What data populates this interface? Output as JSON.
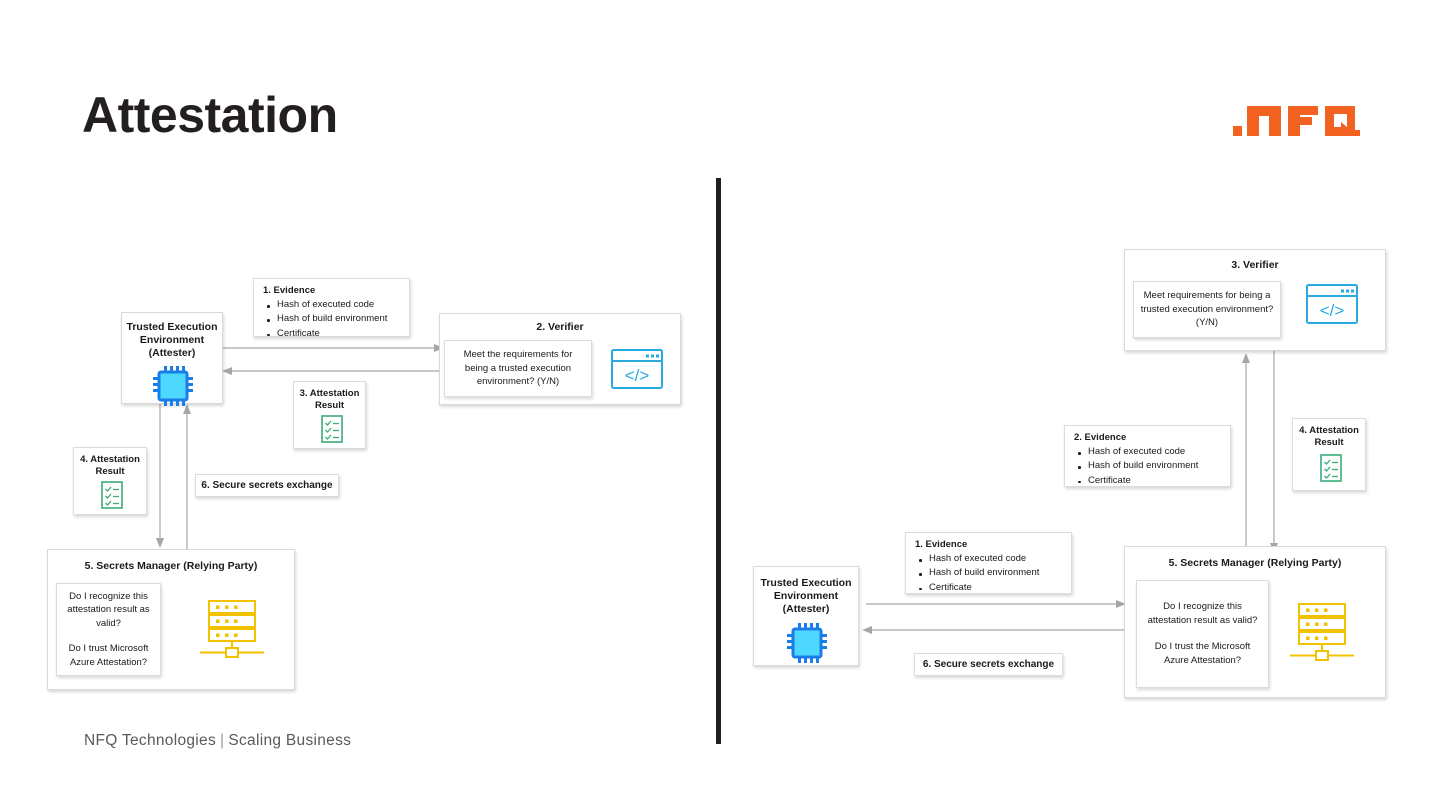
{
  "slide": {
    "title": "Attestation",
    "logo_alt": "NFQ logo",
    "logo_color": "#f26322",
    "footer": {
      "left": "NFQ Technologies",
      "separator": "|",
      "right": "Scaling Business"
    }
  },
  "colors": {
    "chip_blue": "#1a7ee8",
    "chip_fill": "#4fd8ff",
    "code_blue": "#29abe2",
    "checklist_green": "#3aab7a",
    "server_yellow": "#f2c200",
    "arrow_gray": "#a6a6a6",
    "box_border": "#d9d9d9",
    "accent_orange": "#f26322"
  },
  "common": {
    "tee_title_l1": "Trusted Execution",
    "tee_title_l2": "Environment",
    "tee_title_l3": "(Attester)",
    "evidence_bullets": [
      "Hash of executed code",
      "Hash of build environment",
      "Certificate"
    ],
    "secure_exchange": "6. Secure secrets exchange"
  },
  "left_diagram": {
    "tee": {
      "title_l1": "Trusted Execution",
      "title_l2": "Environment",
      "title_l3": "(Attester)",
      "icon": "chip-icon"
    },
    "evidence": {
      "title": "1. Evidence",
      "bullets": [
        "Hash of executed code",
        "Hash of build environment",
        "Certificate"
      ]
    },
    "verifier": {
      "title": "2. Verifier",
      "question": "Meet the requirements for being a trusted execution environment? (Y/N)",
      "icon": "code-window-icon"
    },
    "attestation_result_3": {
      "title_l1": "3. Attestation",
      "title_l2": "Result",
      "icon": "checklist-icon"
    },
    "attestation_result_4": {
      "title_l1": "4. Attestation",
      "title_l2": "Result",
      "icon": "checklist-icon"
    },
    "secrets_manager": {
      "title": "5. Secrets Manager (Relying Party)",
      "question_1": "Do I recognize this attestation result as valid?",
      "question_2": "Do I trust Microsoft Azure Attestation?",
      "icon": "server-icon"
    },
    "secure_exchange_label": "6. Secure secrets exchange"
  },
  "right_diagram": {
    "tee": {
      "title_l1": "Trusted Execution",
      "title_l2": "Environment",
      "title_l3": "(Attester)",
      "icon": "chip-icon"
    },
    "evidence_1": {
      "title": "1. Evidence",
      "bullets": [
        "Hash of executed code",
        "Hash of build environment",
        "Certificate"
      ]
    },
    "evidence_2": {
      "title": "2. Evidence",
      "bullets": [
        "Hash of executed code",
        "Hash of build environment",
        "Certificate"
      ]
    },
    "verifier": {
      "title": "3. Verifier",
      "question": "Meet requirements for being a trusted execution environment? (Y/N)",
      "icon": "code-window-icon"
    },
    "attestation_result_4": {
      "title_l1": "4. Attestation",
      "title_l2": "Result",
      "icon": "checklist-icon"
    },
    "secrets_manager": {
      "title": "5. Secrets Manager (Relying Party)",
      "question_1": "Do I recognize this attestation result as valid?",
      "question_2": "Do I trust the Microsoft Azure Attestation?",
      "icon": "server-icon"
    },
    "secure_exchange_label": "6. Secure secrets exchange"
  }
}
